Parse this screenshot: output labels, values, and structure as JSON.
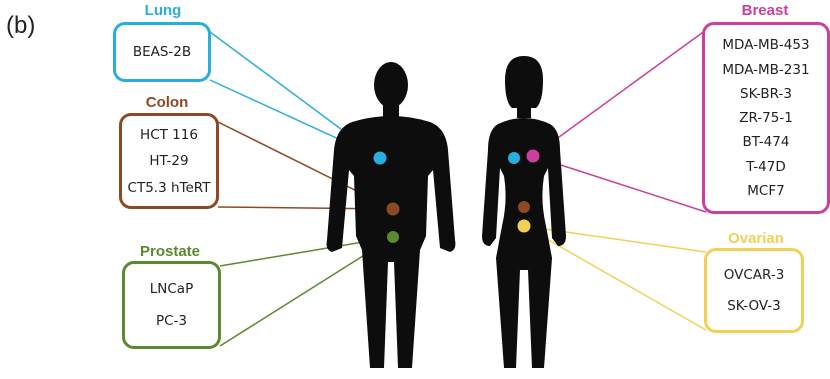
{
  "panel_label": "(b)",
  "groups": [
    {
      "key": "lung",
      "title": "Lung",
      "color": "#29aee0",
      "cells": [
        "BEAS-2B"
      ]
    },
    {
      "key": "colon",
      "title": "Colon",
      "color": "#8b4a24",
      "cells": [
        "HCT 116",
        "HT-29",
        "CT5.3 hTeRT"
      ]
    },
    {
      "key": "prostate",
      "title": "Prostate",
      "color": "#5a8a30",
      "cells": [
        "LNCaP",
        "PC-3"
      ]
    },
    {
      "key": "breast",
      "title": "Breast",
      "color": "#cc3f9c",
      "cells": [
        "MDA-MB-453",
        "MDA-MB-231",
        "SK-BR-3",
        "ZR-75-1",
        "BT-474",
        "T-47D",
        "MCF7"
      ]
    },
    {
      "key": "ovarian",
      "title": "Ovarian",
      "color": "#f1d155",
      "cells": [
        "OVCAR-3",
        "SK-OV-3"
      ]
    }
  ],
  "figure_color": "#0d0d0d"
}
